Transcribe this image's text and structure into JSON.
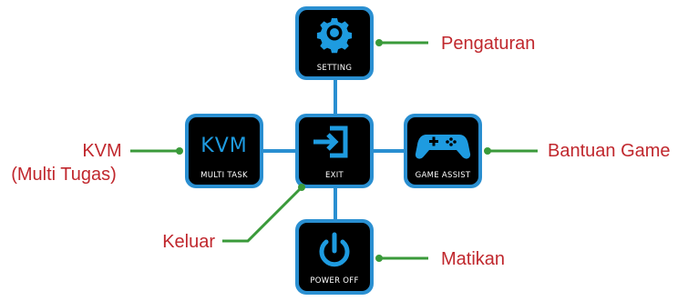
{
  "colors": {
    "tile_bg": "#000000",
    "tile_border": "#2a8fd1",
    "icon": "#1e9be0",
    "connector": "#2a8fd1",
    "leader": "#3a9a3a",
    "callout_text": "#c0272d",
    "tile_text": "#ffffff"
  },
  "tiles": {
    "setting": {
      "label": "SETTING",
      "icon": "gear-icon"
    },
    "multitask": {
      "label": "MULTI TASK",
      "icon_text": "KVM"
    },
    "exit": {
      "label": "EXIT",
      "icon": "exit-icon"
    },
    "game": {
      "label": "GAME ASSIST",
      "icon": "gamepad-icon"
    },
    "power": {
      "label": "POWER OFF",
      "icon": "power-icon"
    }
  },
  "callouts": {
    "setting": "Pengaturan",
    "kvm_line1": "KVM",
    "kvm_line2": "(Multi Tugas)",
    "game": "Bantuan Game",
    "exit": "Keluar",
    "power": "Matikan"
  }
}
